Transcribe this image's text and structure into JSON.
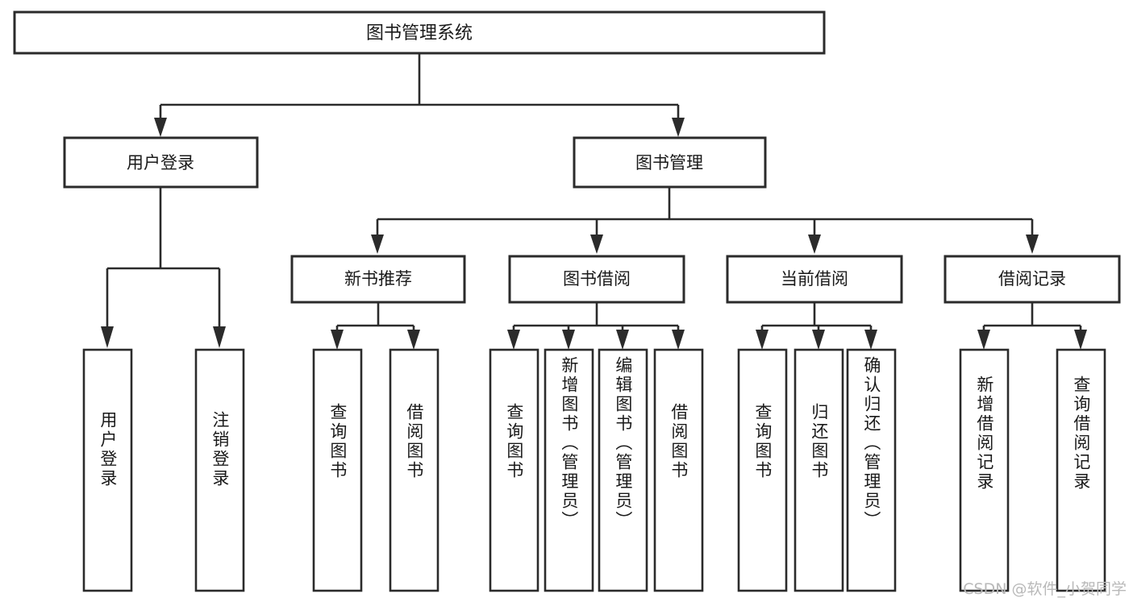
{
  "diagram": {
    "title": "图书管理系统",
    "type": "tree-hierarchy-diagram",
    "root": {
      "id": "root",
      "label": "图书管理系统"
    },
    "level2": [
      {
        "id": "user-login",
        "label": "用户登录"
      },
      {
        "id": "book-manage",
        "label": "图书管理"
      }
    ],
    "level3": [
      {
        "id": "new-book-recommend",
        "label": "新书推荐",
        "parent": "book-manage"
      },
      {
        "id": "book-borrow",
        "label": "图书借阅",
        "parent": "book-manage"
      },
      {
        "id": "current-borrow",
        "label": "当前借阅",
        "parent": "book-manage"
      },
      {
        "id": "borrow-record",
        "label": "借阅记录",
        "parent": "book-manage"
      }
    ],
    "leaves": [
      {
        "id": "leaf-user-login",
        "label": "用户登录",
        "parent": "user-login"
      },
      {
        "id": "leaf-user-logout",
        "label": "注销登录",
        "parent": "user-login"
      },
      {
        "id": "leaf-query-book-1",
        "label": "查询图书",
        "parent": "new-book-recommend"
      },
      {
        "id": "leaf-borrow-book-1",
        "label": "借阅图书",
        "parent": "new-book-recommend"
      },
      {
        "id": "leaf-query-book-2",
        "label": "查询图书",
        "parent": "book-borrow"
      },
      {
        "id": "leaf-add-book",
        "label": "新增图书（管理员）",
        "parent": "book-borrow"
      },
      {
        "id": "leaf-edit-book",
        "label": "编辑图书（管理员）",
        "parent": "book-borrow"
      },
      {
        "id": "leaf-borrow-book-2",
        "label": "借阅图书",
        "parent": "book-borrow"
      },
      {
        "id": "leaf-query-book-3",
        "label": "查询图书",
        "parent": "current-borrow"
      },
      {
        "id": "leaf-return-book",
        "label": "归还图书",
        "parent": "current-borrow"
      },
      {
        "id": "leaf-confirm-return",
        "label": "确认归还（管理员）",
        "parent": "current-borrow"
      },
      {
        "id": "leaf-add-record",
        "label": "新增借阅记录",
        "parent": "borrow-record"
      },
      {
        "id": "leaf-query-record",
        "label": "查询借阅记录",
        "parent": "borrow-record"
      }
    ],
    "watermark": "CSDN @软件_小贺同学",
    "colors": {
      "stroke": "#2b2b2b",
      "fill": "#ffffff",
      "text": "#1a1a1a",
      "watermark": "#b9b9b9",
      "background": "#ffffff"
    }
  }
}
